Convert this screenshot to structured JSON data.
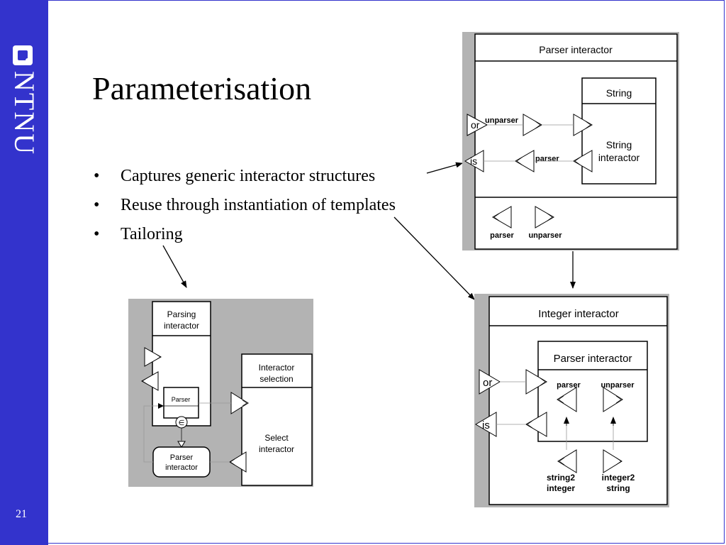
{
  "sidebar": {
    "logo_text": "NTNU",
    "slide_number": "21"
  },
  "slide": {
    "title": "Parameterisation",
    "bullet_symbol": "•",
    "bullets": [
      "Captures generic interactor structures",
      "Reuse through instantiation of templates",
      "Tailoring"
    ]
  },
  "diagram_top_right": {
    "title": "Parser interactor",
    "string_box": {
      "title": "String",
      "body_line1": "String",
      "body_line2": "interactor"
    },
    "port_or": "or",
    "port_is": "is",
    "unparser_label": "unparser",
    "parser_label": "parser",
    "bottom_parser": "parser",
    "bottom_unparser": "unparser"
  },
  "diagram_bottom_right": {
    "title": "Integer interactor",
    "inner_title": "Parser interactor",
    "parser_label": "parser",
    "unparser_label": "unparser",
    "port_or": "or",
    "port_is": "is",
    "string2integer_line1": "string2",
    "string2integer_line2": "integer",
    "integer2string_line1": "integer2",
    "integer2string_line2": "string"
  },
  "diagram_left": {
    "parsing_line1": "Parsing",
    "parsing_line2": "interactor",
    "parser_box": "Parser",
    "element_symbol": "∈",
    "parser_interactor_line1": "Parser",
    "parser_interactor_line2": "interactor",
    "selection_line1": "Interactor",
    "selection_line2": "selection",
    "select_line1": "Select",
    "select_line2": "interactor"
  },
  "colors": {
    "sidebar": "#3333cc",
    "diagram_background": "#b3b3b3"
  }
}
